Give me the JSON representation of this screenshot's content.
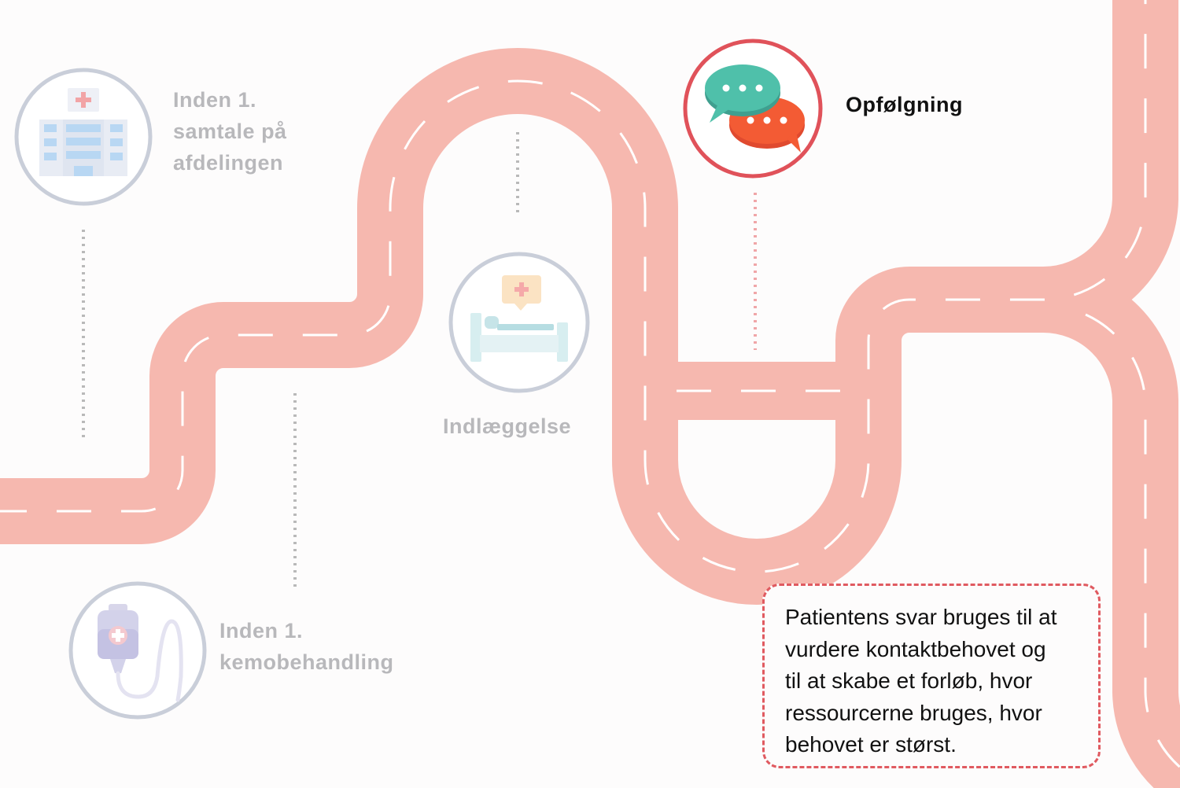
{
  "colors": {
    "road": "#f6b8af",
    "road_marking": "#ffffff",
    "inactive_ring": "#c9ced9",
    "inactive_text": "#b8b8bb",
    "active_ring": "#e0525a",
    "active_text": "#111111",
    "connector_inactive": "#b9b9b9",
    "connector_active": "#f0a6a8",
    "note_border": "#e05a60"
  },
  "steps": [
    {
      "label_lines": [
        "Inden 1.",
        "samtale på",
        "afdelingen"
      ],
      "icon": "hospital-building-icon",
      "active": false
    },
    {
      "label_lines": [
        "Inden 1.",
        "kemobehandling"
      ],
      "icon": "iv-drip-bag-icon",
      "active": false
    },
    {
      "label_lines": [
        "Indlæggelse"
      ],
      "icon": "hospital-bed-icon",
      "active": false
    },
    {
      "label_lines": [
        "Opfølgning"
      ],
      "icon": "chat-bubbles-icon",
      "active": true
    }
  ],
  "note": {
    "lines": [
      "Patientens svar bruges til at",
      "vurdere kontaktbehovet og",
      "til at skabe et forløb, hvor",
      "ressourcerne bruges, hvor",
      "behovet er størst."
    ]
  }
}
